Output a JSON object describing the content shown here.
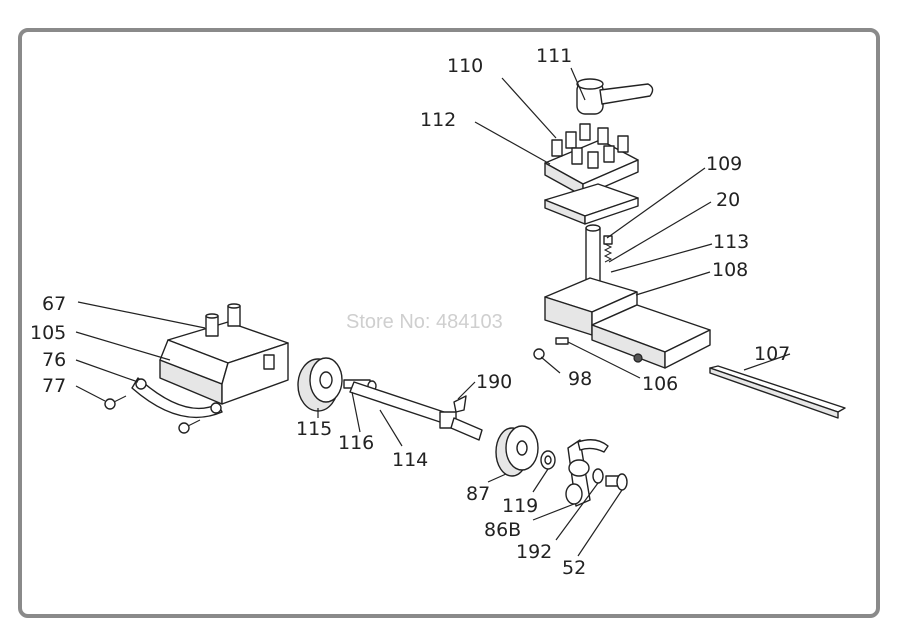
{
  "watermark": "Store No: 484103",
  "labels": {
    "l110": "110",
    "l111": "111",
    "l112": "112",
    "l109": "109",
    "l20": "20",
    "l113": "113",
    "l108": "108",
    "l67": "67",
    "l105": "105",
    "l76": "76",
    "l77": "77",
    "l190": "190",
    "l98": "98",
    "l106": "106",
    "l107": "107",
    "l115": "115",
    "l116": "116",
    "l114": "114",
    "l87": "87",
    "l119": "119",
    "l86B": "86B",
    "l192": "192",
    "l52": "52"
  }
}
